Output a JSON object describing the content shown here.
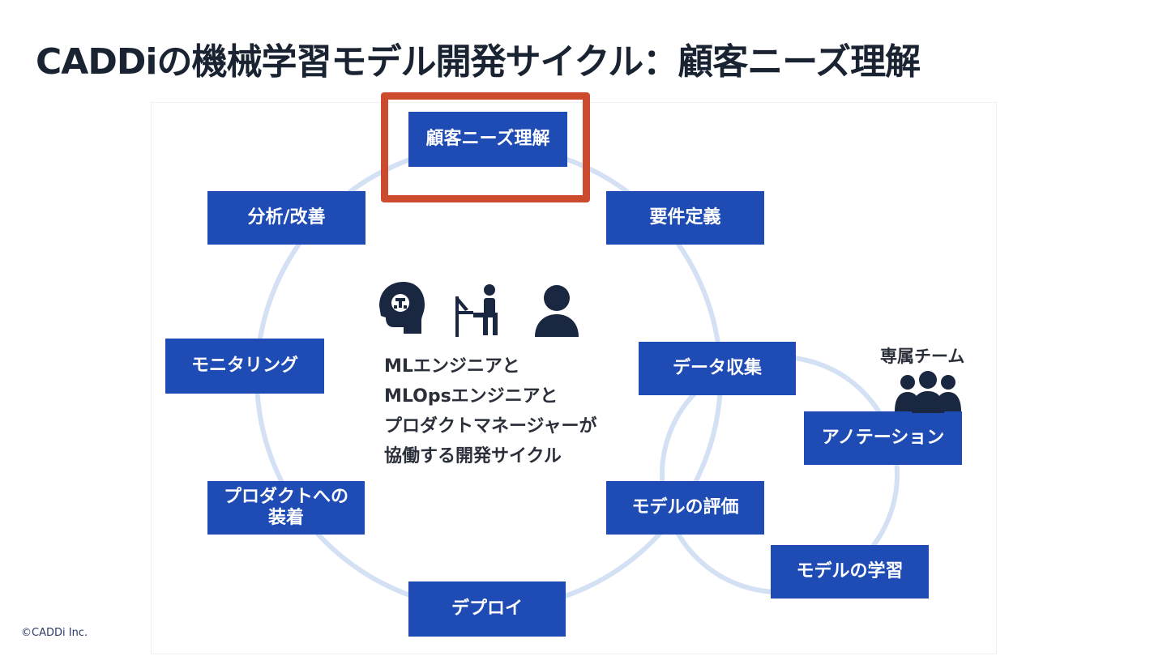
{
  "slide": {
    "title": "CADDiの機械学習モデル開発サイクル：顧客ニーズ理解",
    "copyright": "©CADDi Inc."
  },
  "diagram": {
    "stages": [
      "顧客ニーズ理解",
      "要件定義",
      "データ収集",
      "モデルの評価",
      "デプロイ",
      "プロダクトへの\n装着",
      "モニタリング",
      "分析/改善"
    ],
    "sub_stages": [
      "アノテーション",
      "モデルの学習"
    ],
    "highlighted_stage": "顧客ニーズ理解",
    "center_caption": [
      "MLエンジニアと",
      "MLOpsエンジニアと",
      "プロダクトマネージャーが",
      "協働する開発サイクル"
    ],
    "center_icons": [
      "brain-head-icon",
      "person-at-desk-icon",
      "person-icon"
    ],
    "team_label": "専属チーム",
    "team_icon": "team-group-icon"
  },
  "colors": {
    "stage_fill": "#1f4bb5",
    "ring": "#d4e0f4",
    "highlight": "#cc4a2e",
    "title": "#1a2332",
    "icon": "#1a2740"
  }
}
